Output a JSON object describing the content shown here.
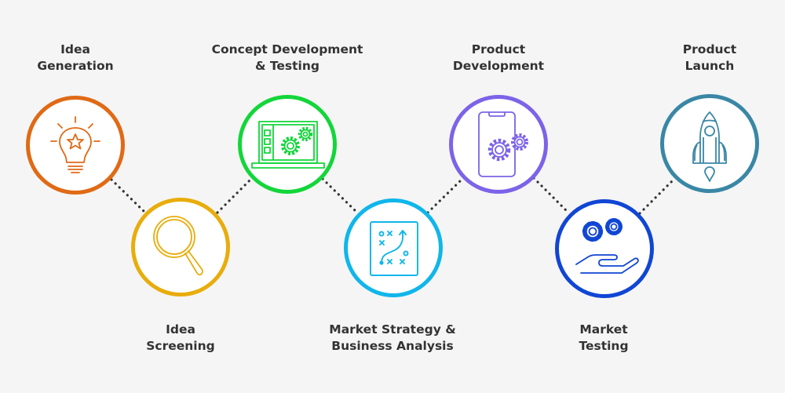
{
  "diagram": {
    "title": "",
    "background": "#f5f5f5",
    "connector_color": "#333333",
    "steps": [
      {
        "order": 1,
        "label_line1": "Idea",
        "label_line2": "Generation",
        "icon": "lightbulb-star-icon",
        "color": "#e06a15",
        "position": "top"
      },
      {
        "order": 2,
        "label_line1": "Idea",
        "label_line2": "Screening",
        "icon": "magnifying-glass-icon",
        "color": "#e8ad0c",
        "position": "bottom"
      },
      {
        "order": 3,
        "label_line1": "Concept Development",
        "label_line2": "& Testing",
        "icon": "laptop-gears-icon",
        "color": "#13d63a",
        "position": "top"
      },
      {
        "order": 4,
        "label_line1": "Market Strategy &",
        "label_line2": "Business Analysis",
        "icon": "strategy-board-icon",
        "color": "#10b6ea",
        "position": "bottom"
      },
      {
        "order": 5,
        "label_line1": "Product",
        "label_line2": "Development",
        "icon": "phone-gears-icon",
        "color": "#7c63e8",
        "position": "top"
      },
      {
        "order": 6,
        "label_line1": "Market",
        "label_line2": "Testing",
        "icon": "hand-gears-icon",
        "color": "#1146d4",
        "position": "bottom"
      },
      {
        "order": 7,
        "label_line1": "Product",
        "label_line2": "Launch",
        "icon": "rocket-icon",
        "color": "#3a87a5",
        "position": "top"
      }
    ]
  }
}
